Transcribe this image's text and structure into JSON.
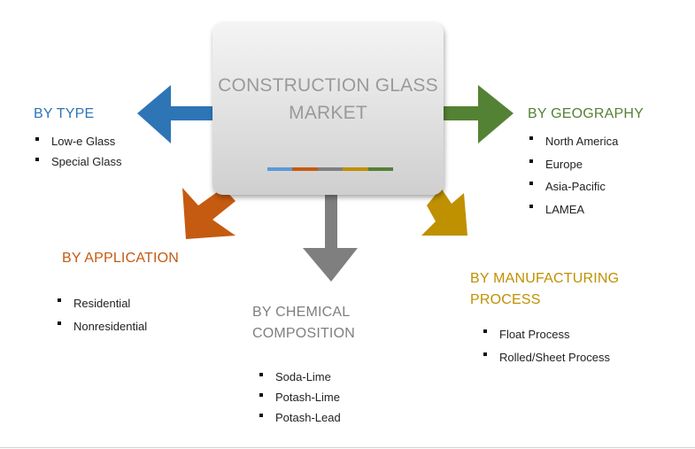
{
  "center": {
    "title_line1": "CONSTRUCTION GLASS",
    "title_line2": "MARKET",
    "bar_colors": [
      "#5b9bd5",
      "#c55a11",
      "#7f7f7f",
      "#bf9000",
      "#538135"
    ]
  },
  "colors": {
    "type": "#2e75b6",
    "application": "#c55a11",
    "chemical": "#7f7f7f",
    "manufacturing": "#bf9000",
    "geography": "#548235"
  },
  "type": {
    "heading": "BY TYPE",
    "items": [
      "Low-e Glass",
      "Special Glass"
    ]
  },
  "application": {
    "heading": "BY APPLICATION",
    "items": [
      "Residential",
      "Nonresidential"
    ]
  },
  "chemical": {
    "heading_line1": "BY CHEMICAL",
    "heading_line2": "COMPOSITION",
    "items": [
      "Soda-Lime",
      "Potash-Lime",
      "Potash-Lead"
    ]
  },
  "manufacturing": {
    "heading_line1": "BY MANUFACTURING",
    "heading_line2": "PROCESS",
    "items": [
      "Float Process",
      "Rolled/Sheet Process"
    ]
  },
  "geography": {
    "heading": "BY GEOGRAPHY",
    "items": [
      "North America",
      "Europe",
      "Asia-Pacific",
      "LAMEA"
    ]
  }
}
